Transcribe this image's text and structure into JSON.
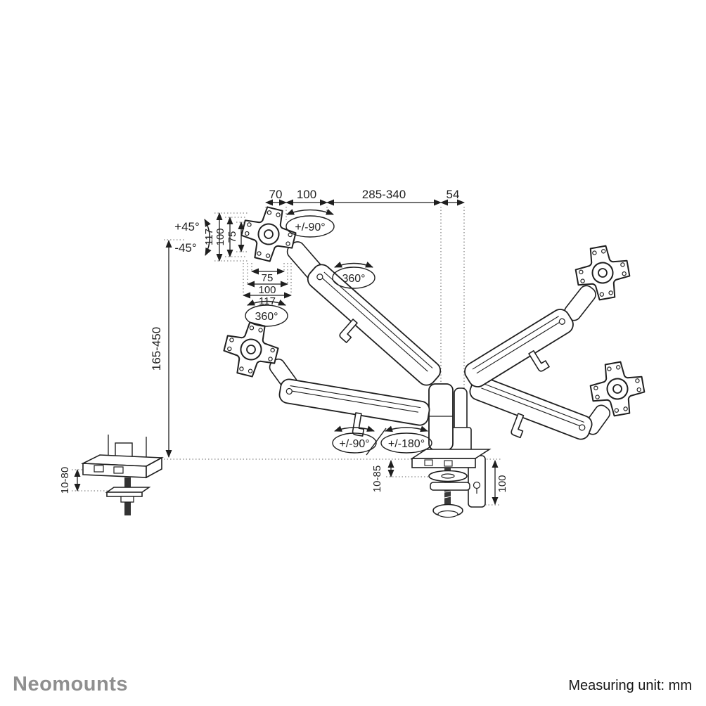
{
  "colors": {
    "line": "#1f1f1f",
    "dotted": "#6a6a6a",
    "brand_gray": "#8f8f8f",
    "background": "#ffffff"
  },
  "diagram": {
    "top_dims": {
      "seg1": "70",
      "seg2": "100",
      "seg3": "285-340",
      "seg4": "54"
    },
    "vesa_dims": {
      "v_outer": "117",
      "v_mid": "100",
      "v_inner": "75",
      "h_inner": "75",
      "h_mid": "100",
      "h_outer": "117"
    },
    "height_range": "165-450",
    "grommet_thickness": "10-80",
    "clamp_thickness": "10-85",
    "clamp_height": "100",
    "angles": {
      "tilt_up": "+45°",
      "tilt_down": "-45°",
      "head_swivel": "+/-90°",
      "head_rotation": "360°",
      "head_rotation_2": "360°",
      "arm_swivel": "+/-90°",
      "base_swivel": "+/-180°"
    }
  },
  "footer": {
    "brand": "Neomounts",
    "unit_note": "Measuring unit: mm"
  }
}
